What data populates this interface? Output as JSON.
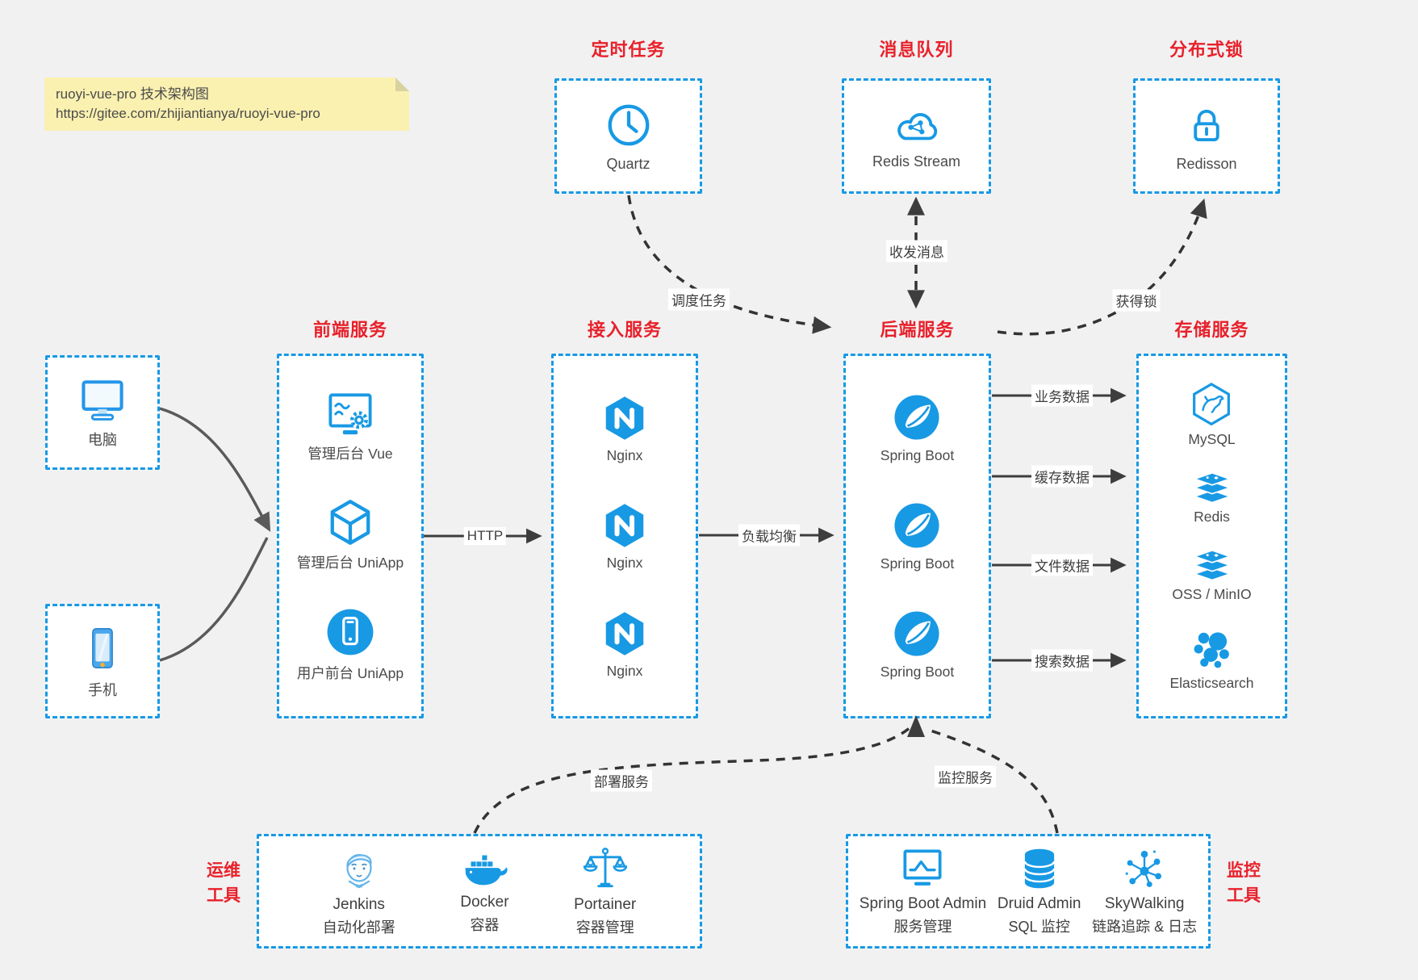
{
  "colors": {
    "accent_blue": "#1899e4",
    "title_red": "#e8212b",
    "note_yellow": "#faf0b0",
    "arrow_dark": "#3d3d3d",
    "arrow_gray": "#5a5a5a"
  },
  "note": {
    "line1": "ruoyi-vue-pro 技术架构图",
    "line2": "https://gitee.com/zhijiantianya/ruoyi-vue-pro"
  },
  "top_groups": [
    {
      "title": "定时任务",
      "item": {
        "label": "Quartz",
        "icon": "clock-icon"
      }
    },
    {
      "title": "消息队列",
      "item": {
        "label": "Redis Stream",
        "icon": "cloud-network-icon"
      }
    },
    {
      "title": "分布式锁",
      "item": {
        "label": "Redisson",
        "icon": "lock-icon"
      }
    }
  ],
  "clients": [
    {
      "label": "电脑",
      "icon": "desktop-icon"
    },
    {
      "label": "手机",
      "icon": "smartphone-icon"
    }
  ],
  "mid_groups": [
    {
      "title": "前端服务",
      "items": [
        {
          "label": "管理后台 Vue",
          "icon": "admin-vue-icon"
        },
        {
          "label": "管理后台 UniApp",
          "icon": "cube-icon"
        },
        {
          "label": "用户前台 UniApp",
          "icon": "mobile-app-icon"
        }
      ]
    },
    {
      "title": "接入服务",
      "items": [
        {
          "label": "Nginx",
          "icon": "nginx-icon"
        },
        {
          "label": "Nginx",
          "icon": "nginx-icon"
        },
        {
          "label": "Nginx",
          "icon": "nginx-icon"
        }
      ]
    },
    {
      "title": "后端服务",
      "items": [
        {
          "label": "Spring Boot",
          "icon": "spring-boot-icon"
        },
        {
          "label": "Spring Boot",
          "icon": "spring-boot-icon"
        },
        {
          "label": "Spring Boot",
          "icon": "spring-boot-icon"
        }
      ]
    },
    {
      "title": "存储服务",
      "items": [
        {
          "label": "MySQL",
          "icon": "mysql-icon"
        },
        {
          "label": "Redis",
          "icon": "redis-stack-icon"
        },
        {
          "label": "OSS / MinIO",
          "icon": "storage-stack-icon"
        },
        {
          "label": "Elasticsearch",
          "icon": "elasticsearch-icon"
        }
      ]
    }
  ],
  "bottom_groups": [
    {
      "label_lines": [
        "运维",
        "工具"
      ],
      "items": [
        {
          "name": "Jenkins",
          "desc": "自动化部署",
          "icon": "jenkins-icon"
        },
        {
          "name": "Docker",
          "desc": "容器",
          "icon": "docker-icon"
        },
        {
          "name": "Portainer",
          "desc": "容器管理",
          "icon": "portainer-icon"
        }
      ]
    },
    {
      "label_lines": [
        "监控",
        "工具"
      ],
      "items": [
        {
          "name": "Spring Boot Admin",
          "desc": "服务管理",
          "icon": "monitor-chart-icon"
        },
        {
          "name": "Druid Admin",
          "desc": "SQL 监控",
          "icon": "database-icon"
        },
        {
          "name": "SkyWalking",
          "desc": "链路追踪 & 日志",
          "icon": "topology-icon"
        }
      ]
    }
  ],
  "edges": {
    "http": "HTTP",
    "load_balance": "负载均衡",
    "schedule": "调度任务",
    "message": "收发消息",
    "lock": "获得锁",
    "business_data": "业务数据",
    "cache_data": "缓存数据",
    "file_data": "文件数据",
    "search_data": "搜索数据",
    "deploy": "部署服务",
    "monitor": "监控服务"
  }
}
